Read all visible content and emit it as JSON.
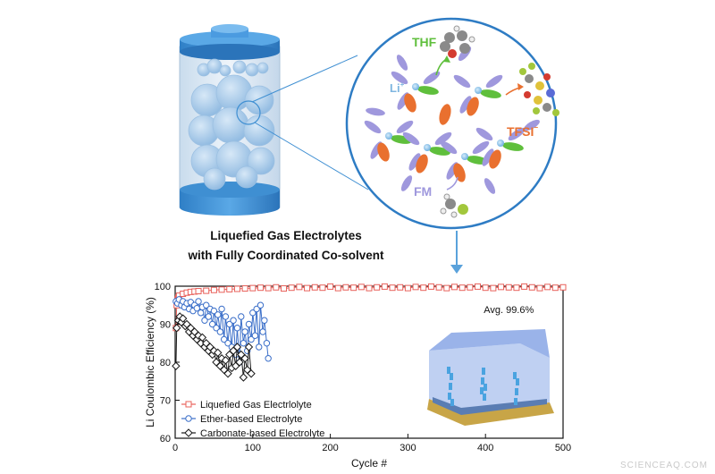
{
  "schematic": {
    "heading_line1": "Liquefied Gas Electrolytes",
    "heading_line2": "with Fully Coordinated Co-solvent",
    "labels": {
      "thf": "THF",
      "li": "Li",
      "li_sup": "+",
      "tfsi": "TFSI",
      "tfsi_sup": "−",
      "fm": "FM"
    },
    "colors": {
      "thf": "#5fbf3c",
      "li": "#7fb6e0",
      "tfsi": "#e9702f",
      "fm": "#9f98dd",
      "circle": "#2e7cc4",
      "arrow": "#5aa2db"
    }
  },
  "chart_data": {
    "type": "scatter",
    "xlabel": "Cycle #",
    "ylabel": "Li Coulombic Efficiency (%)",
    "xlim": [
      0,
      500
    ],
    "ylim": [
      60,
      100
    ],
    "xticks": [
      0,
      100,
      200,
      300,
      400,
      500
    ],
    "yticks": [
      60,
      70,
      80,
      90,
      100
    ],
    "annotation": "Avg. 99.6%",
    "legend_position": "bottom-left",
    "series": [
      {
        "name": "Liquefied Gas Electrlolyte",
        "color": "#e8605a",
        "marker": "square",
        "x": [
          1,
          2,
          3,
          4,
          5,
          10,
          15,
          20,
          25,
          30,
          40,
          50,
          60,
          70,
          80,
          90,
          100,
          110,
          120,
          130,
          140,
          150,
          160,
          170,
          180,
          190,
          200,
          210,
          220,
          230,
          240,
          250,
          260,
          270,
          280,
          290,
          300,
          310,
          320,
          330,
          340,
          350,
          360,
          370,
          380,
          390,
          400,
          410,
          420,
          430,
          440,
          450,
          460,
          470,
          480,
          490,
          500
        ],
        "y": [
          89,
          95,
          96.5,
          97,
          97.5,
          98,
          98.3,
          98.5,
          98.6,
          98.7,
          98.8,
          99.0,
          99.1,
          99.2,
          99.3,
          99.4,
          99.5,
          99.6,
          99.5,
          99.7,
          99.4,
          99.6,
          99.8,
          99.5,
          99.7,
          99.6,
          99.9,
          99.5,
          99.7,
          99.6,
          99.8,
          99.5,
          99.7,
          99.9,
          99.6,
          99.7,
          99.5,
          99.8,
          99.6,
          99.9,
          99.7,
          99.5,
          99.8,
          99.6,
          99.7,
          99.9,
          99.6,
          99.5,
          99.8,
          99.7,
          99.6,
          99.9,
          99.7,
          99.5,
          99.8,
          99.6,
          99.7
        ]
      },
      {
        "name": "Ether-based Electrolyte",
        "color": "#3b6fc9",
        "marker": "circle",
        "x": [
          1,
          3,
          5,
          8,
          10,
          12,
          15,
          18,
          20,
          23,
          25,
          28,
          30,
          33,
          35,
          38,
          40,
          43,
          45,
          48,
          50,
          53,
          55,
          58,
          60,
          63,
          65,
          68,
          70,
          73,
          75,
          78,
          80,
          83,
          85,
          88,
          90,
          93,
          95,
          98,
          100,
          103,
          105,
          108,
          110,
          113,
          115,
          118,
          120
        ],
        "y": [
          96,
          95.5,
          96.5,
          95,
          96,
          94.5,
          95.5,
          94,
          95.8,
          93.5,
          95,
          94.2,
          96,
          93,
          94.5,
          91,
          95,
          92,
          94,
          90,
          93.5,
          89,
          92.5,
          88,
          94,
          86,
          92,
          85,
          90,
          84,
          91,
          82,
          89,
          80,
          92,
          85,
          88,
          83,
          90,
          86,
          93,
          87,
          94,
          84,
          95,
          88,
          91,
          85,
          81
        ]
      },
      {
        "name": "Carbonate-based Electrolyte",
        "color": "#1a1a1a",
        "marker": "diamond",
        "x": [
          1,
          2,
          4,
          6,
          8,
          10,
          13,
          15,
          18,
          20,
          23,
          25,
          28,
          30,
          33,
          35,
          38,
          40,
          43,
          45,
          48,
          50,
          53,
          55,
          58,
          60,
          63,
          65,
          68,
          70,
          73,
          75,
          78,
          80,
          83,
          85,
          88,
          90,
          93,
          95,
          98
        ],
        "y": [
          79,
          89,
          91,
          92,
          90.5,
          91.5,
          89.5,
          90,
          88,
          89,
          87,
          88,
          86,
          87,
          85,
          86.5,
          84,
          85,
          83,
          84,
          82,
          83,
          80,
          82.5,
          79,
          81,
          78,
          80.5,
          77,
          82,
          78.5,
          83,
          79,
          84,
          80,
          82,
          76,
          81,
          78,
          84,
          77
        ]
      }
    ]
  },
  "watermark": "SCIENCEAQ.COM"
}
